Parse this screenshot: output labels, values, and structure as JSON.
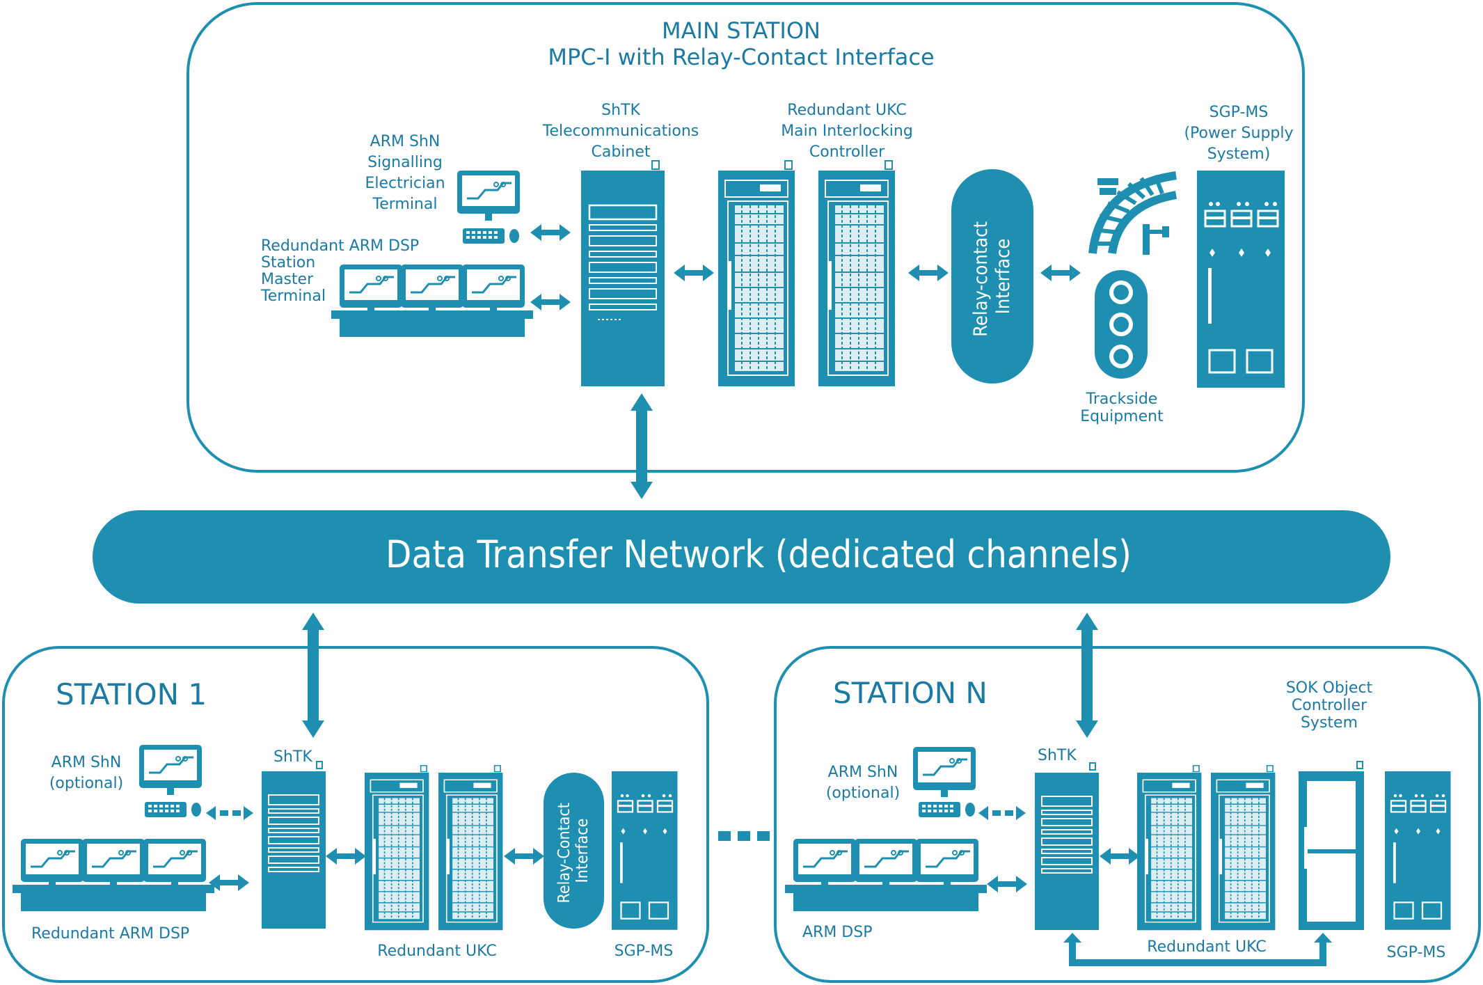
{
  "colors": {
    "primary": "#1e8fb0",
    "dark": "#136f8f",
    "text": "#1a7aa3",
    "white": "#ffffff"
  },
  "main_station": {
    "title_line1": "MAIN STATION",
    "title_line2": "MPC-I with Relay-Contact Interface",
    "arm_shn": [
      "ARM ShN",
      "Signalling",
      "Electrician",
      "Terminal"
    ],
    "arm_dsp": [
      "Redundant ARM DSP",
      "Station",
      "Master",
      "Terminal"
    ],
    "shtk": [
      "ShTK",
      "Telecommunications",
      "Cabinet"
    ],
    "ukc": [
      "Redundant UKC",
      "Main Interlocking",
      "Controller"
    ],
    "relay": [
      "Relay-contact",
      "Interface"
    ],
    "trackside": [
      "Trackside",
      "Equipment"
    ],
    "sgp": [
      "SGP-MS",
      "(Power Supply",
      "System)"
    ]
  },
  "network": {
    "label": "Data Transfer Network (dedicated channels)"
  },
  "station1": {
    "title": "STATION 1",
    "arm_shn": [
      "ARM ShN",
      "(optional)"
    ],
    "shtk": "ShTK",
    "arm_dsp": "Redundant ARM DSP",
    "ukc": "Redundant UKC",
    "relay": [
      "Relay-Contact",
      "Interface"
    ],
    "sgp": "SGP-MS"
  },
  "stationN": {
    "title": "STATION N",
    "arm_shn": [
      "ARM ShN",
      "(optional)"
    ],
    "shtk": "ShTK",
    "arm_dsp": "ARM DSP",
    "ukc": "Redundant UKC",
    "sok": [
      "SOK Object",
      "Controller",
      "System"
    ],
    "sgp": "SGP-MS"
  },
  "ellipsis": "..."
}
